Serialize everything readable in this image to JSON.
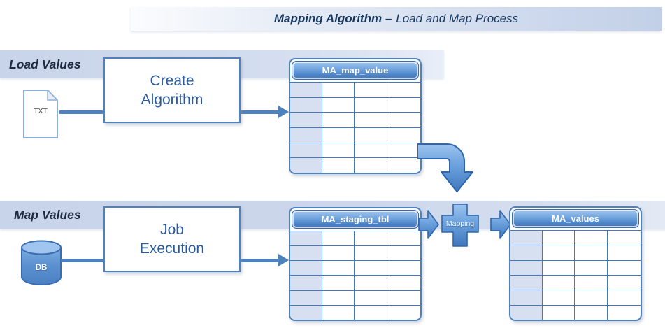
{
  "title": {
    "bold": "Mapping Algorithm –",
    "rest": "Load and Map Process"
  },
  "sections": {
    "load": {
      "label": "Load Values"
    },
    "map": {
      "label": "Map Values"
    }
  },
  "nodes": {
    "txt_file": {
      "label": "TXT",
      "icon": "document-icon"
    },
    "create_algorithm": {
      "line1": "Create",
      "line2": "Algorithm"
    },
    "job_execution": {
      "line1": "Job",
      "line2": "Execution"
    },
    "db": {
      "label": "DB",
      "icon": "database-cylinder-icon"
    },
    "mapping": {
      "label": "Mapping",
      "icon": "plus-cross-icon"
    }
  },
  "tables": [
    {
      "id": "ma_map_value",
      "title": "MA_map_value",
      "rows": 6,
      "cols": 4,
      "shaded_first_column": true,
      "cells_empty": true
    },
    {
      "id": "ma_staging_tbl",
      "title": "MA_staging_tbl",
      "rows": 6,
      "cols": 4,
      "shaded_first_column": true,
      "cells_empty": true
    },
    {
      "id": "ma_values",
      "title": "MA_values",
      "rows": 6,
      "cols": 4,
      "shaded_first_column": true,
      "cells_empty": true
    }
  ],
  "flows": [
    "TXT -> Create Algorithm -> MA_map_value",
    "MA_map_value -> Mapping (bent arrow down)",
    "DB -> Job Execution -> MA_staging_tbl -> Mapping -> MA_values"
  ],
  "colors": {
    "title_text": "#17375e",
    "band_fill": "#cad6ea",
    "band_label_text": "#1e2b40",
    "box_border": "#4f81bd",
    "box_text": "#2a5a9e",
    "table_header_gradient_top": "#a3c7f1",
    "table_header_gradient_bottom": "#447abf",
    "table_grid_line": "#4577c0",
    "table_key_column_fill": "#d7e0f1",
    "arrow_fill": "#4f81bd",
    "shape_gradient_top": "#9cc3f0",
    "shape_gradient_bottom": "#3f77bd",
    "shape_stroke": "#2f66ad"
  }
}
